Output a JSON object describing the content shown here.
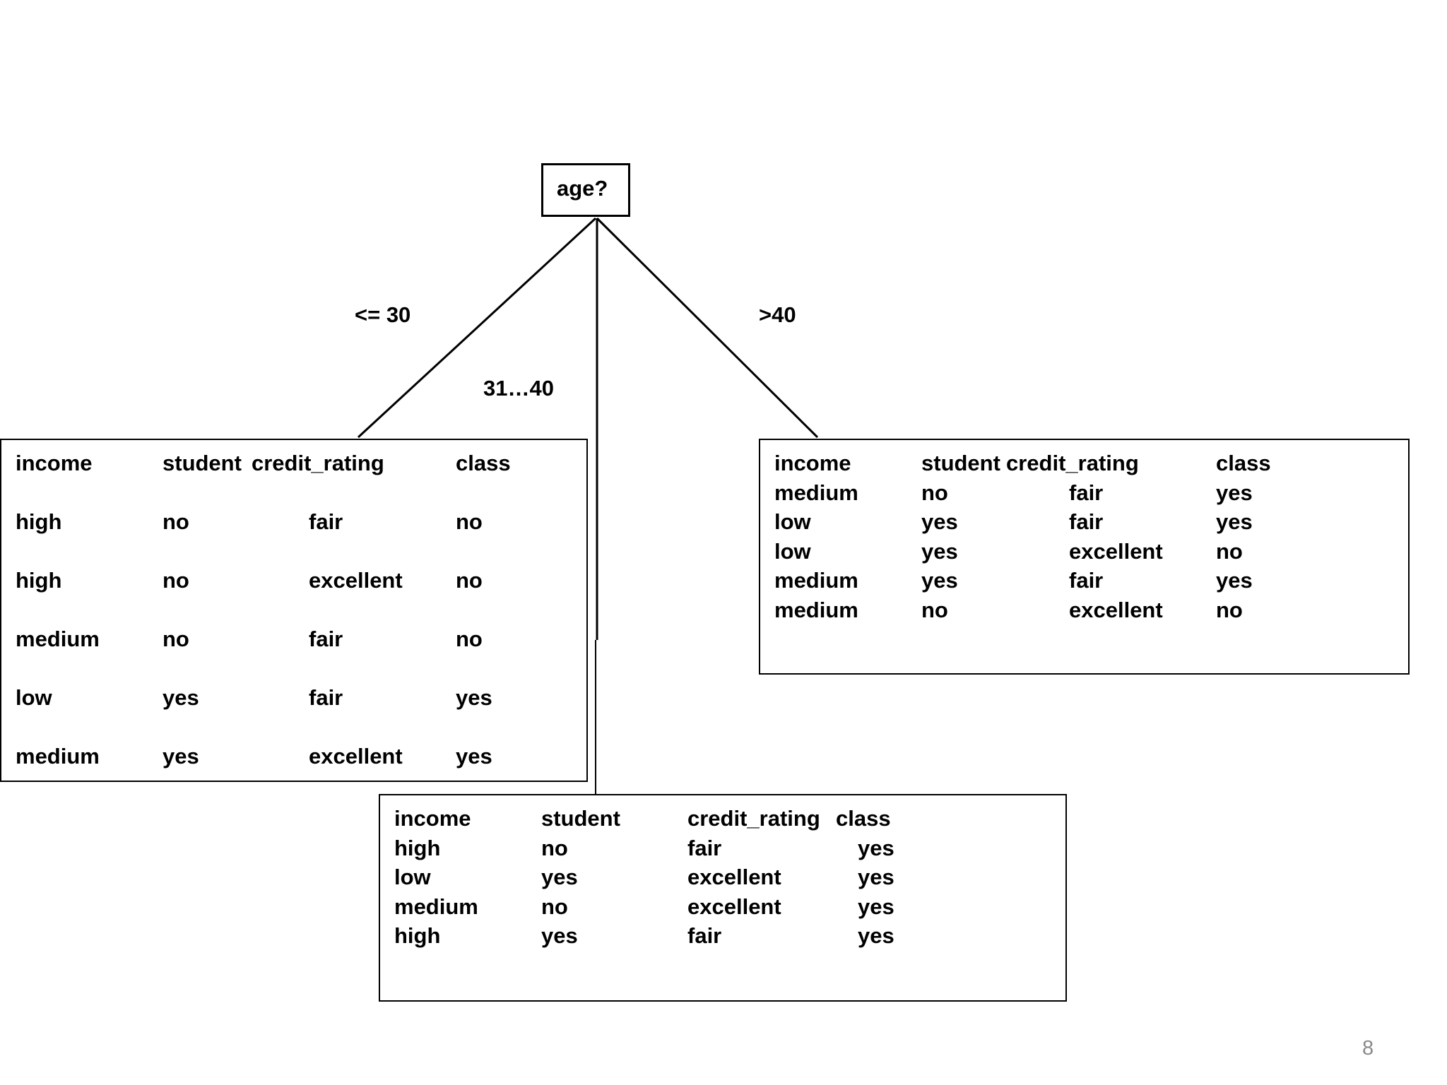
{
  "root": {
    "label": "age?"
  },
  "branches": [
    {
      "label": "<= 30"
    },
    {
      "label": "31…40"
    },
    {
      "label": ">40"
    }
  ],
  "tables": [
    {
      "name": "left",
      "headers": [
        "income",
        "student",
        "credit_rating",
        "class"
      ],
      "rows": [
        [
          "high",
          "no",
          "fair",
          "no"
        ],
        [
          "high",
          "no",
          "excellent",
          "no"
        ],
        [
          "medium",
          "no",
          "fair",
          "no"
        ],
        [
          "low",
          "yes",
          "fair",
          "yes"
        ],
        [
          "medium",
          "yes",
          "excellent",
          "yes"
        ]
      ]
    },
    {
      "name": "middle",
      "headers": [
        "income",
        "student",
        "credit_rating",
        "class"
      ],
      "rows": [
        [
          "high",
          "no",
          "fair",
          "yes"
        ],
        [
          "low",
          "yes",
          "excellent",
          "yes"
        ],
        [
          "medium",
          "no",
          "excellent",
          "yes"
        ],
        [
          "high",
          "yes",
          "fair",
          "yes"
        ]
      ]
    },
    {
      "name": "right",
      "headers": [
        "income",
        "student",
        "credit_rating",
        "class"
      ],
      "rows": [
        [
          "medium",
          "no",
          "fair",
          "yes"
        ],
        [
          "low",
          "yes",
          "fair",
          "yes"
        ],
        [
          "low",
          "yes",
          "excellent",
          "no"
        ],
        [
          "medium",
          "yes",
          "fair",
          "yes"
        ],
        [
          "medium",
          "no",
          "excellent",
          "no"
        ]
      ]
    }
  ],
  "page_number": "8"
}
